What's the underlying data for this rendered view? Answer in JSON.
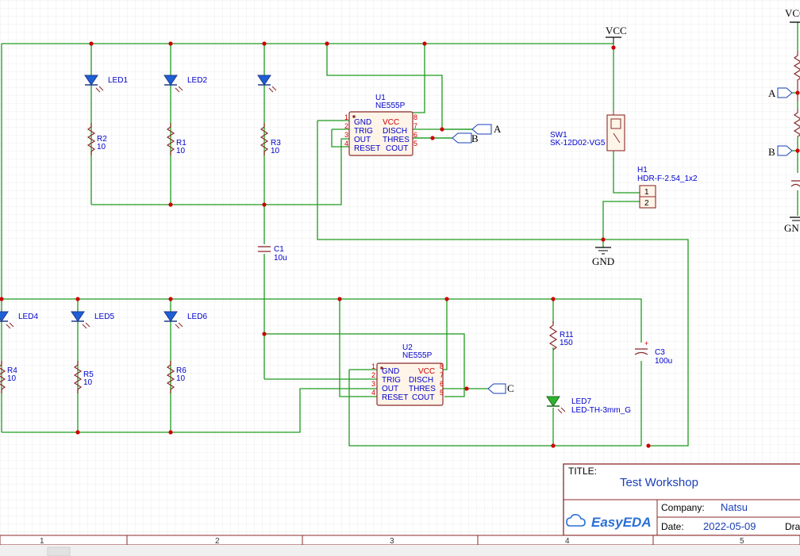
{
  "power": {
    "vcc_top": "VCC",
    "vcc_right": "VCC",
    "gnd": "GND",
    "gnd_right": "GN"
  },
  "components": {
    "led1": "LED1",
    "led2": "LED2",
    "led3": "",
    "led4": "LED4",
    "led5": "LED5",
    "led6": "LED6",
    "led7": "LED7",
    "led7_value": "LED-TH-3mm_G",
    "r1": "R1",
    "r1_value": "10",
    "r2": "R2",
    "r2_value": "10",
    "r3": "R3",
    "r3_value": "10",
    "r4": "R4",
    "r4_value": "10",
    "r5": "R5",
    "r5_value": "10",
    "r6": "R6",
    "r6_value": "10",
    "r11": "R11",
    "r11_value": "150",
    "c1": "C1",
    "c1_value": "10u",
    "c3": "C3",
    "c3_value": "100u",
    "u1": "U1",
    "u1_value": "NE555P",
    "u2": "U2",
    "u2_value": "NE555P",
    "sw1": "SW1",
    "sw1_value": "SK-12D02-VG5",
    "h1": "H1",
    "h1_value": "HDR-F-2.54_1x2",
    "h1_pin1": "1",
    "h1_pin2": "2"
  },
  "ic_pins": {
    "left": [
      "GND",
      "TRIG",
      "OUT",
      "RESET"
    ],
    "left_nums": [
      "1",
      "2",
      "3",
      "4"
    ],
    "right": [
      "VCC",
      "DISCH",
      "THRES",
      "COUT"
    ],
    "right_nums": [
      "8",
      "7",
      "6",
      "5"
    ]
  },
  "net_labels": {
    "a": "A",
    "b": "B",
    "c": "C",
    "a_right": "A",
    "b_right": "B"
  },
  "title_block": {
    "title_label": "TITLE:",
    "title": "Test Workshop",
    "company_label": "Company:",
    "company": "Natsu",
    "date_label": "Date:",
    "date": "2022-05-09",
    "drawn_label": "Dra",
    "logo": "EasyEDA"
  },
  "ruler": [
    "1",
    "2",
    "3",
    "4",
    "5"
  ]
}
